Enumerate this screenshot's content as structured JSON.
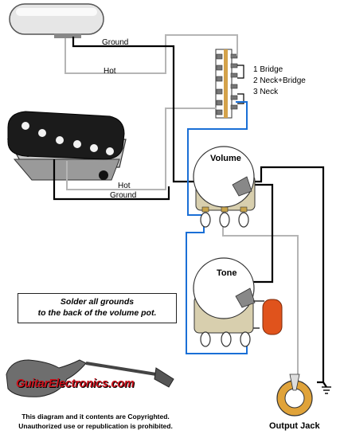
{
  "wires": {
    "ground_top": "Ground",
    "hot_top": "Hot",
    "hot_bottom": "Hot",
    "ground_bottom": "Ground"
  },
  "switch_positions": [
    "1 Bridge",
    "2 Neck+Bridge",
    "3 Neck"
  ],
  "pots": {
    "volume": "Volume",
    "tone": "Tone"
  },
  "note": {
    "line1": "Solder all grounds",
    "line2": "to the back of the volume pot."
  },
  "brand": "GuitarElectronics.com",
  "copyright": {
    "line1": "This diagram and it contents are Copyrighted.",
    "line2": "Unauthorized use or republication is prohibited."
  },
  "jack_label": "Output Jack",
  "colors": {
    "ground_wire": "#000000",
    "hot_wire": "#b5b5b5",
    "jumper_wire": "#1a6fd6",
    "capacitor": "#e0531c",
    "pot_body": "#ffffff",
    "pot_base": "#d8cfae",
    "jack_ring": "#e0a33a",
    "brand_red": "#c8101a"
  }
}
